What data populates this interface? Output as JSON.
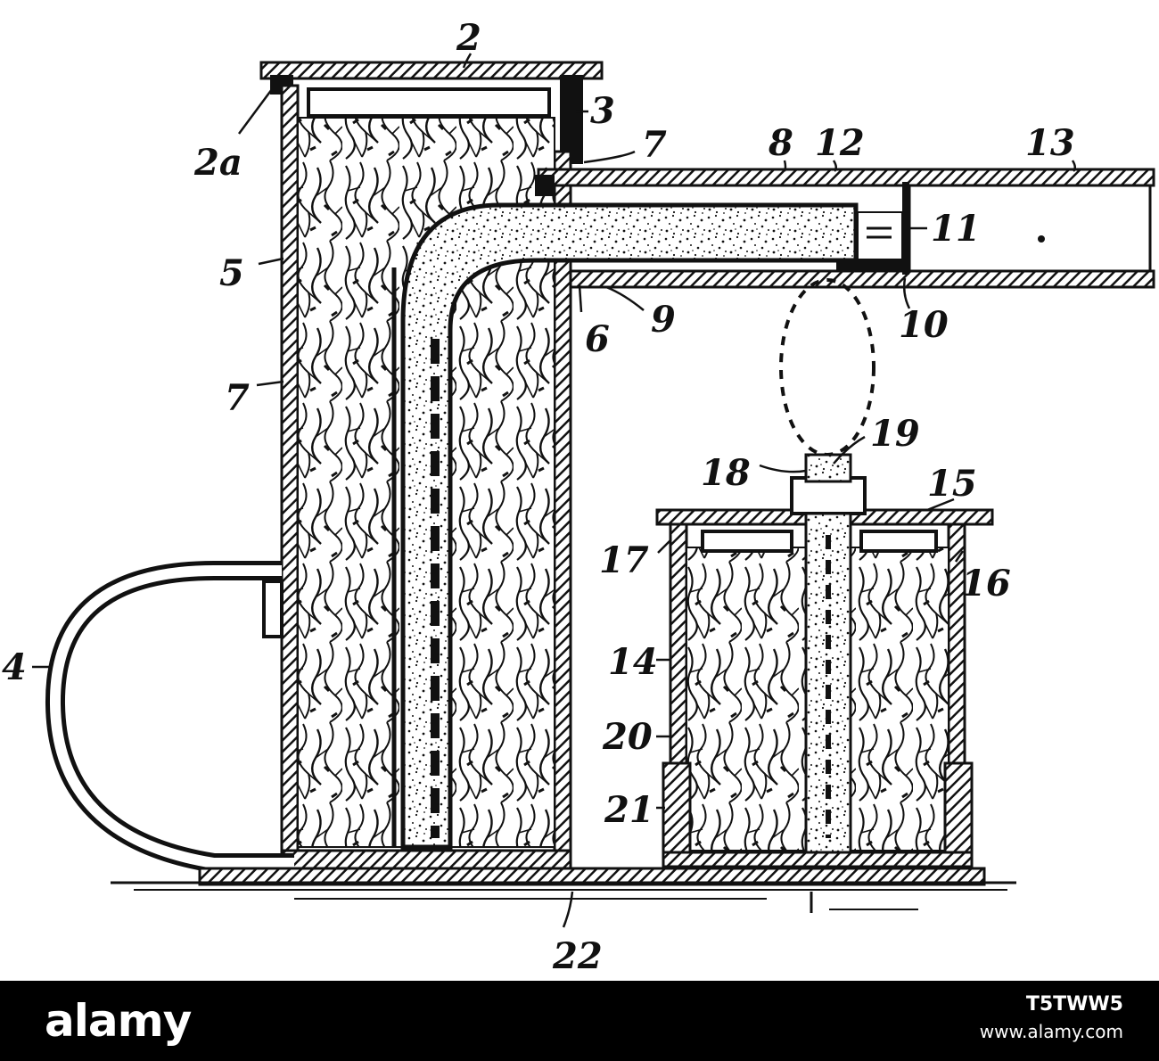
{
  "figure": {
    "labels": {
      "l2": "2",
      "l2a": "2a",
      "l3": "3",
      "l4": "4",
      "l5": "5",
      "l6": "6",
      "l7a": "7",
      "l7b": "7",
      "l8": "8",
      "l9": "9",
      "l10": "10",
      "l11": "11",
      "l12": "12",
      "l13": "13",
      "l14": "14",
      "l15": "15",
      "l16": "16",
      "l17": "17",
      "l18": "18",
      "l19": "19",
      "l20": "20",
      "l21": "21",
      "l22": "22"
    }
  },
  "footer": {
    "brand": "alamy",
    "image_code": "T5TWW5",
    "site": "www.alamy.com"
  },
  "colors": {
    "ink": "#111111",
    "paper": "#ffffff",
    "footer_bg": "#000000"
  }
}
